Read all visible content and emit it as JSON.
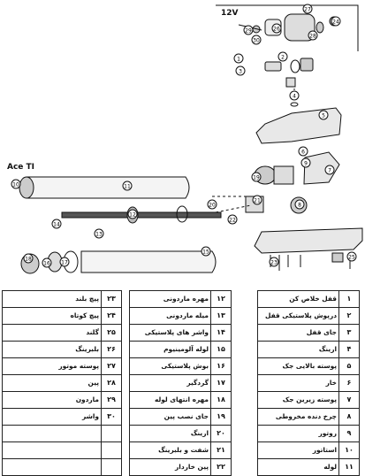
{
  "labels": {
    "variant_12v": "12V",
    "model": "Ace TI"
  },
  "callouts": {
    "top": [
      "29",
      "30",
      "26",
      "24",
      "27",
      "28",
      "4",
      "3",
      "1",
      "2",
      "6",
      "5",
      "7"
    ],
    "pen": [
      "10",
      "11",
      "14",
      "13",
      "12",
      "9",
      "8",
      "18",
      "16",
      "17",
      "20",
      "21",
      "22",
      "15",
      "19",
      "23",
      "25"
    ]
  },
  "tables": {
    "right": [
      {
        "num": "۱",
        "name": "قفل خلاص کن"
      },
      {
        "num": "۲",
        "name": "درپوش پلاستیکی قفل"
      },
      {
        "num": "۳",
        "name": "جای قفل"
      },
      {
        "num": "۴",
        "name": "ارینگ"
      },
      {
        "num": "۵",
        "name": "پوسته بالایی جک"
      },
      {
        "num": "۶",
        "name": "خار"
      },
      {
        "num": "۷",
        "name": "پوسته زیرین جک"
      },
      {
        "num": "۸",
        "name": "چرخ دنده مخروطی"
      },
      {
        "num": "۹",
        "name": "روتور"
      },
      {
        "num": "۱۰",
        "name": "استاتور"
      },
      {
        "num": "۱۱",
        "name": "لوله"
      }
    ],
    "middle": [
      {
        "num": "۱۲",
        "name": "مهره ماردونی"
      },
      {
        "num": "۱۳",
        "name": "میله ماردونی"
      },
      {
        "num": "۱۴",
        "name": "واشر های پلاستیکی"
      },
      {
        "num": "۱۵",
        "name": "لوله آلومینیوم"
      },
      {
        "num": "۱۶",
        "name": "بوش پلاستیکی"
      },
      {
        "num": "۱۷",
        "name": "گردگیر"
      },
      {
        "num": "۱۸",
        "name": "مهره انتهای لوله"
      },
      {
        "num": "۱۹",
        "name": "جای نصب پین"
      },
      {
        "num": "۲۰",
        "name": "ارینگ"
      },
      {
        "num": "۲۱",
        "name": "شفت و بلبرینگ"
      },
      {
        "num": "۲۲",
        "name": "پین خاردار"
      }
    ],
    "left": [
      {
        "num": "۲۳",
        "name": "پیچ بلند"
      },
      {
        "num": "۲۴",
        "name": "پیچ کوتاه"
      },
      {
        "num": "۲۵",
        "name": "گلند"
      },
      {
        "num": "۲۶",
        "name": "بلبرینگ"
      },
      {
        "num": "۲۷",
        "name": "پوسته موتور"
      },
      {
        "num": "۲۸",
        "name": "پین"
      },
      {
        "num": "۲۹",
        "name": "ماردون"
      },
      {
        "num": "۳۰",
        "name": "واشر"
      },
      {
        "num": "",
        "name": ""
      },
      {
        "num": "",
        "name": ""
      },
      {
        "num": "",
        "name": ""
      }
    ]
  }
}
